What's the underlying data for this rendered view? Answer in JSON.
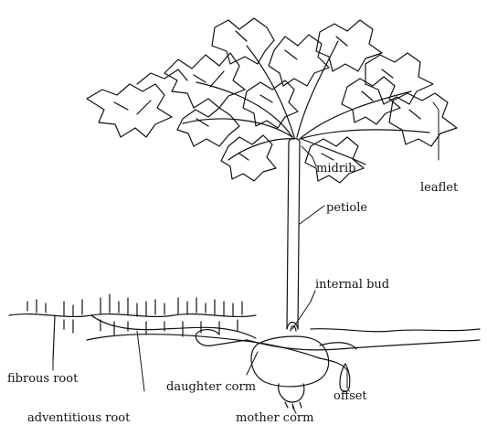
{
  "labels": {
    "midrib": "midrib",
    "leaflet": "leaflet",
    "petiole": "petiole",
    "internal_bud": "internal bud",
    "fibrous_root": "fibrous root",
    "daughter_corm": "daughter corm",
    "offset": "offset",
    "adventitious_root": "adventitious root",
    "mother_corm": "mother corm"
  },
  "colors": {
    "ink": "#111111",
    "paper": "#ffffff"
  }
}
